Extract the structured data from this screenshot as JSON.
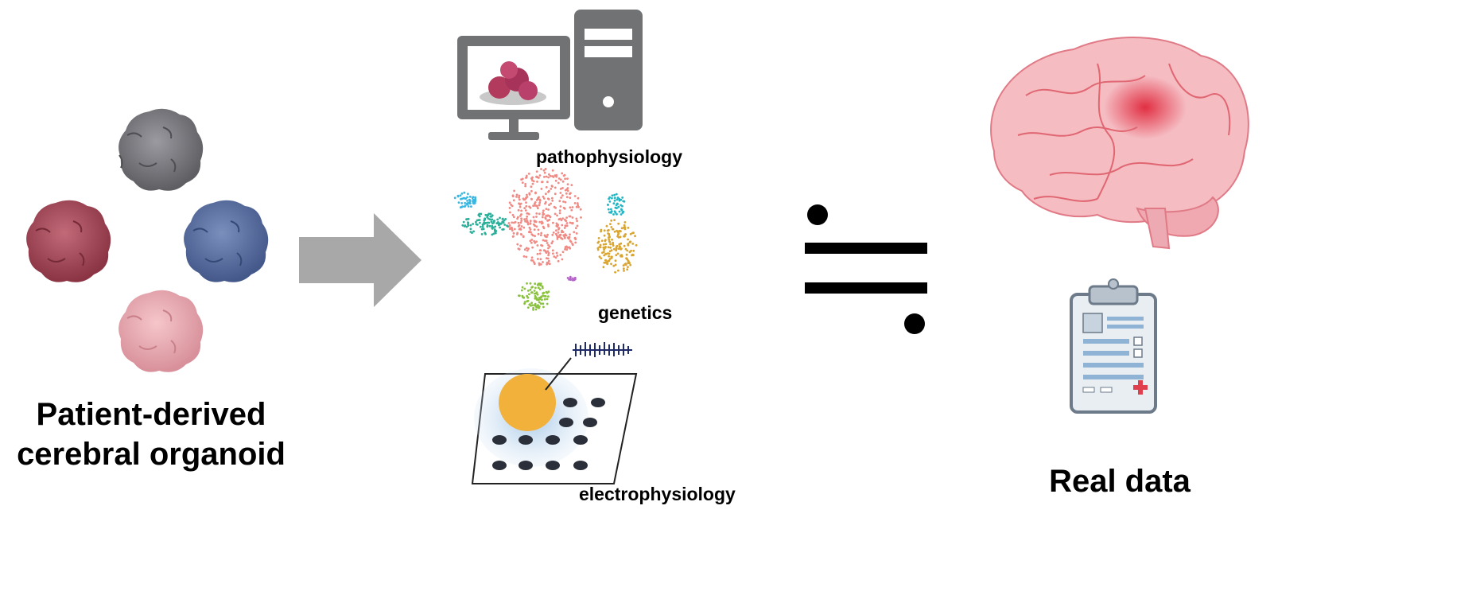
{
  "left": {
    "caption_line1": "Patient-derived",
    "caption_line2": "cerebral organoid",
    "organoid_colors": {
      "top": "#7d7d82",
      "left": "#a84a5a",
      "right": "#5a6f9e",
      "bottom": "#e7a8ae"
    }
  },
  "middle": {
    "labels": {
      "pathophysiology": "pathophysiology",
      "genetics": "genetics",
      "electrophysiology": "electrophysiology"
    }
  },
  "right": {
    "caption": "Real data"
  },
  "colors": {
    "arrow": "#a8a8a8",
    "monitor": "#707274",
    "brain": "#f4b6bd",
    "brain_hot": "#e23a4c",
    "clipboard": "#e9eef3",
    "clipboard_border": "#6c7a89",
    "approx_equal": "#000000"
  }
}
